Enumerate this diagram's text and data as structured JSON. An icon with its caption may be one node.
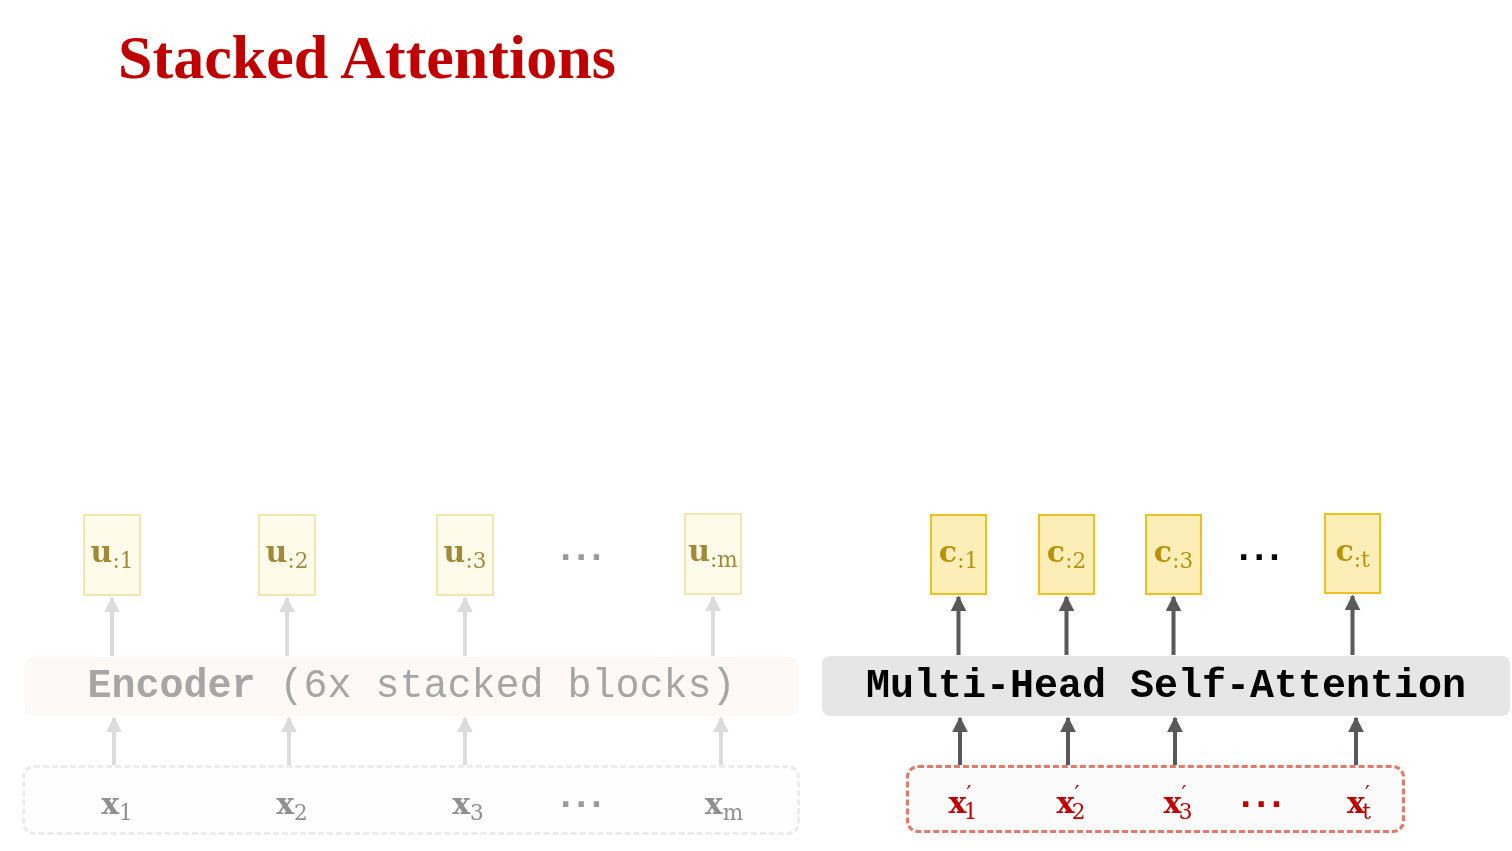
{
  "diagram": {
    "title": "Stacked Attentions",
    "nodes": [
      {
        "text": [
          "**u**$_{:1}$"
        ]
      },
      {
        "text": [
          "**u**$_{:2}$"
        ]
      },
      {
        "text": [
          "**u**$_{:3}$"
        ]
      },
      {
        "text": [
          "**u**$_{:m}$"
        ]
      },
      {
        "text": [
          "**Encoder** (6x stacked blocks)"
        ]
      },
      {
        "text": [],
        "shape": "box"
      },
      {
        "text": [
          "**x**$_{1}$"
        ],
        "in": 5
      },
      {
        "text": [
          "**x**$_{2}$"
        ],
        "in": 5
      },
      {
        "text": [
          "**x**$_{3}$"
        ],
        "in": 5
      },
      {
        "text": [
          "**x**$_{m}$"
        ],
        "in": 5
      },
      {
        "text": [
          "**c**$_{:1}$"
        ]
      },
      {
        "text": [
          "**c**$_{:2}$"
        ]
      },
      {
        "text": [
          "**c**$_{:3}$"
        ]
      },
      {
        "text": [
          "**c**$_{:t}$"
        ]
      },
      {
        "text": [
          "Multi-Head Self-Attention"
        ]
      },
      {
        "text": [],
        "shape": "box"
      },
      {
        "text": [
          "**x**$^{′}$$_{1}$"
        ],
        "in": 15
      },
      {
        "text": [
          "**x**$^{′}$$_{2}$"
        ],
        "in": 15
      },
      {
        "text": [
          "**x**$^{′}$$_{3}$"
        ],
        "in": 15
      },
      {
        "text": [
          "**x**$^{′}$$_{t}$"
        ],
        "in": 15
      }
    ],
    "edges": [
      {
        "from": 6,
        "to": 4,
        "arrow": "to",
        "color": "#dcdcdc"
      },
      {
        "from": 7,
        "to": 4,
        "arrow": "to",
        "color": "#dcdcdc"
      },
      {
        "from": 8,
        "to": 4,
        "arrow": "to",
        "color": "#dcdcdc"
      },
      {
        "from": 9,
        "to": 4,
        "arrow": "to",
        "color": "#dcdcdc"
      },
      {
        "from": 4,
        "to": 0,
        "arrow": "to",
        "color": "#dcdcdc"
      },
      {
        "from": 4,
        "to": 1,
        "arrow": "to",
        "color": "#dcdcdc"
      },
      {
        "from": 4,
        "to": 2,
        "arrow": "to",
        "color": "#dcdcdc"
      },
      {
        "from": 4,
        "to": 3,
        "arrow": "to",
        "color": "#dcdcdc"
      },
      {
        "from": 16,
        "to": 14,
        "arrow": "to",
        "color": "#595959"
      },
      {
        "from": 17,
        "to": 14,
        "arrow": "to",
        "color": "#595959"
      },
      {
        "from": 18,
        "to": 14,
        "arrow": "to",
        "color": "#595959"
      },
      {
        "from": 19,
        "to": 14,
        "arrow": "to",
        "color": "#595959"
      },
      {
        "from": 14,
        "to": 10,
        "arrow": "to",
        "color": "#595959"
      },
      {
        "from": 14,
        "to": 11,
        "arrow": "to",
        "color": "#595959"
      },
      {
        "from": 14,
        "to": 12,
        "arrow": "to",
        "color": "#595959"
      },
      {
        "from": 14,
        "to": 13,
        "arrow": "to",
        "color": "#595959"
      }
    ],
    "labels": [
      "···",
      "···",
      "···",
      "···"
    ]
  }
}
